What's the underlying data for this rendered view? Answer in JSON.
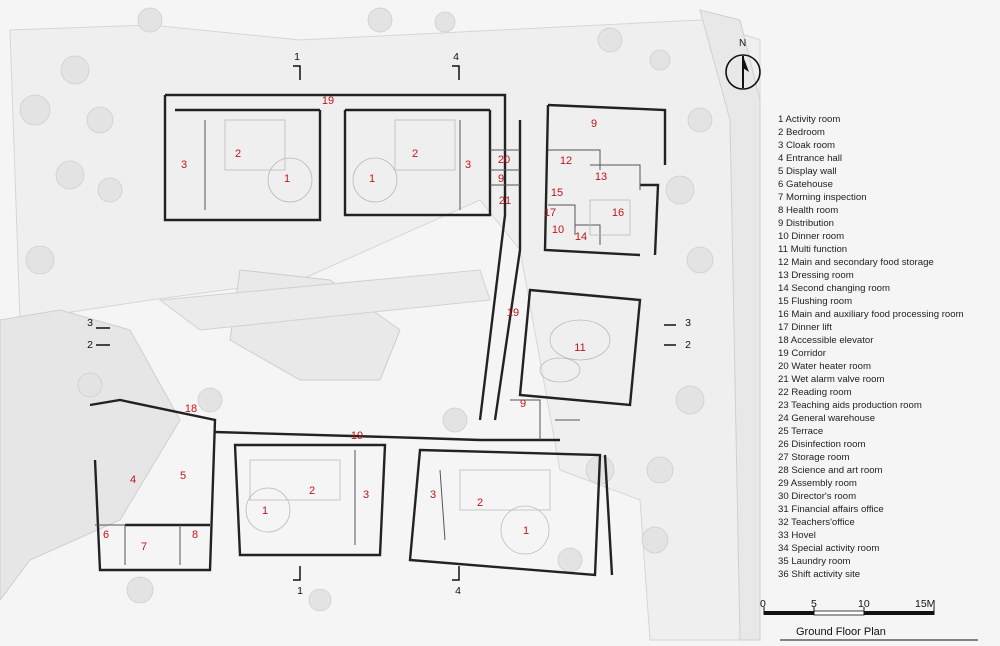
{
  "north_label": "N",
  "title": "Ground Floor Plan",
  "scale_bar": {
    "labels": [
      "0",
      "5",
      "10",
      "15M"
    ]
  },
  "section_marks": [
    "1",
    "4",
    "3",
    "2"
  ],
  "legend": [
    "1 Activity room",
    "2 Bedroom",
    "3 Cloak room",
    "4 Entrance hall",
    "5 Display wall",
    "6 Gatehouse",
    "7 Morning inspection",
    "8 Health room",
    "9 Distribution",
    "10 Dinner room",
    "11 Multi function",
    "12 Main and secondary food storage",
    "13 Dressing room",
    "14 Second changing room",
    "15 Flushing room",
    "16 Main and auxiliary food processing room",
    "17 Dinner lift",
    "18 Accessible elevator",
    "19 Corridor",
    "20 Water heater room",
    "21 Wet alarm valve room",
    "22 Reading room",
    "23 Teaching aids production room",
    "24 General warehouse",
    "25 Terrace",
    "26 Disinfection room",
    "27 Storage room",
    "28 Science and art room",
    "29 Assembly room",
    "30 Director's room",
    "31 Financial affairs office",
    "32 Teachers'office",
    "33 Hovel",
    "34 Special activity room",
    "35 Laundry room",
    "36 Shift activity site"
  ],
  "room_numbers": [
    "1",
    "2",
    "3",
    "4",
    "5",
    "6",
    "7",
    "8",
    "9",
    "10",
    "11",
    "12",
    "13",
    "14",
    "15",
    "16",
    "17",
    "18",
    "19",
    "20",
    "21"
  ]
}
